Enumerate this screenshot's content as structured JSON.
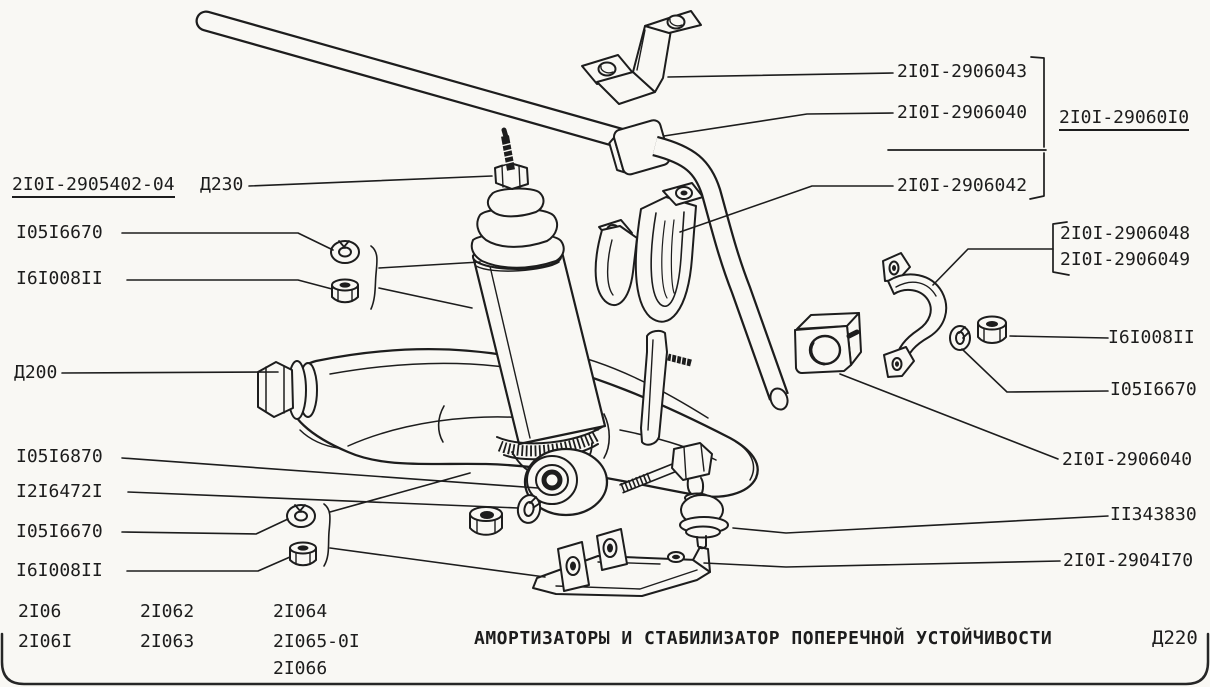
{
  "page": {
    "caption": "АМОРТИЗАТОРЫ И СТАБИЛИЗАТОР ПОПЕРЕЧНОЙ УСТОЙЧИВОСТИ",
    "figure_code": "Д220"
  },
  "colors": {
    "paper": "#f9f8f4",
    "ink": "#1d1d1d"
  },
  "labels": {
    "shock_assembly": "2I0I-2905402-04",
    "shock_assembly_ref": "Д230",
    "lock_washer_top": "I05I6670",
    "nut_top": "I6I008II",
    "arm_ref": "Д200",
    "washer_lower": "I05I6870",
    "washer_lower2": "I2I6472I",
    "lock_washer_bottom": "I05I6670",
    "nut_bottom": "I6I008II",
    "bar_bracket_top": "2I0I-2906043",
    "bar_cushion_top": "2I0I-2906040",
    "stabilizer_assembly": "2I0I-29060I0",
    "bar_hanger": "2I0I-2906042",
    "clamp_a": "2I0I-2906048",
    "clamp_b": "2I0I-2906049",
    "nut_right": "I6I008II",
    "lock_washer_right": "I05I6670",
    "bar_cushion_right": "2I0I-2906040",
    "bolt_right": "II343830",
    "bottom_bracket": "2I0I-2904I70"
  },
  "model_codes": {
    "c1r1": "2I06",
    "c1r2": "2I06I",
    "c2r1": "2I062",
    "c2r2": "2I063",
    "c3r1": "2I064",
    "c3r2": "2I065-0I",
    "c3r3": "2I066"
  }
}
